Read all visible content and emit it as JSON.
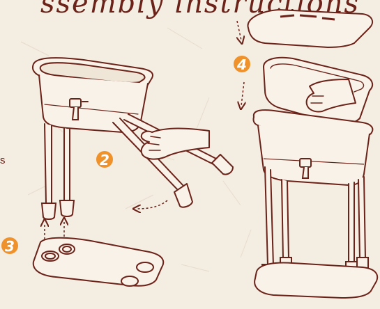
{
  "title": "ssembly instructions",
  "side_text": "s",
  "steps": [
    {
      "number": "2",
      "color": "#f0922b"
    },
    {
      "number": "3",
      "color": "#f0922b"
    },
    {
      "number": "4",
      "color": "#f0922b"
    }
  ],
  "colors": {
    "background": "#f4ede2",
    "line": "#6b2219",
    "accent": "#f0922b"
  }
}
